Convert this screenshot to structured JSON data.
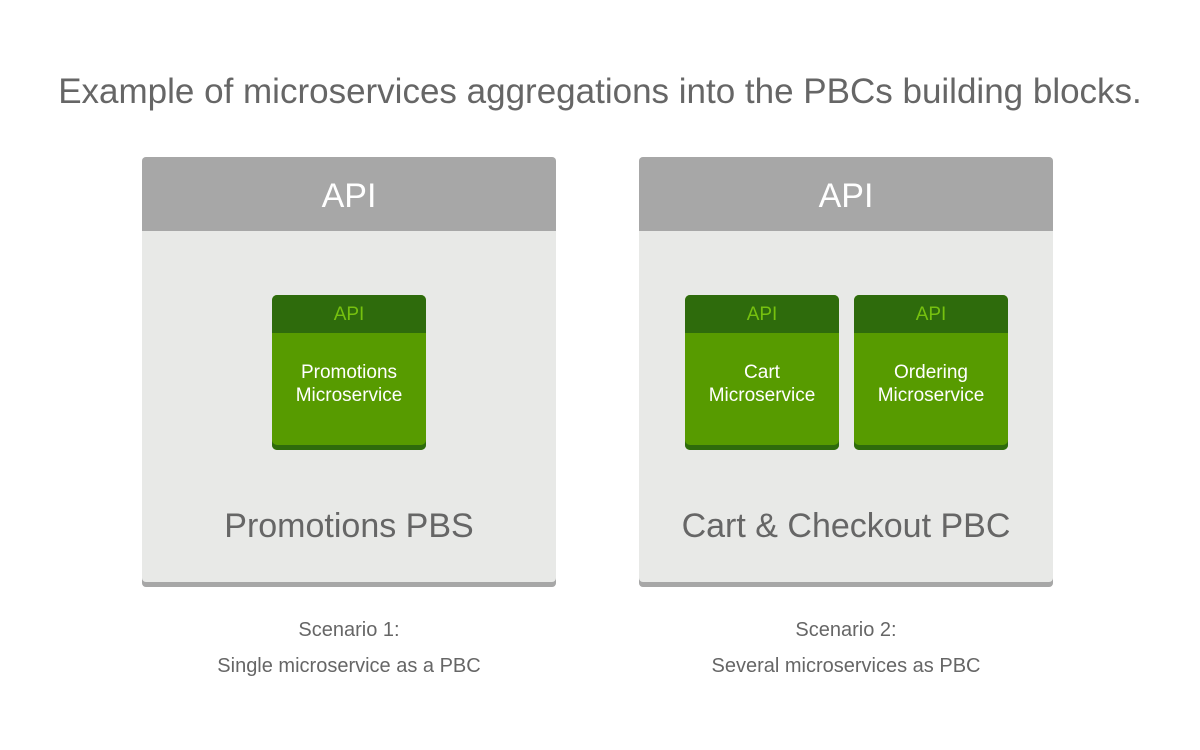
{
  "title": "Example of microservices aggregations into the PBCs building blocks.",
  "scenarios": [
    {
      "api_label": "API",
      "name": "Promotions PBS",
      "microservices": [
        {
          "api_label": "API",
          "line1": "Promotions",
          "line2": "Microservice"
        }
      ],
      "caption_line1": "Scenario 1:",
      "caption_line2": "Single microservice as a PBC"
    },
    {
      "api_label": "API",
      "name": "Cart & Checkout PBC",
      "microservices": [
        {
          "api_label": "API",
          "line1": "Cart",
          "line2": "Microservice"
        },
        {
          "api_label": "API",
          "line1": "Ordering",
          "line2": "Microservice"
        }
      ],
      "caption_line1": "Scenario 2:",
      "caption_line2": "Several microservices as PBC"
    }
  ],
  "colors": {
    "card_bg": "#e8e9e7",
    "card_header": "#a7a7a7",
    "ms_body": "#579b00",
    "ms_header": "#2e6b0c",
    "ms_api_text": "#76c10f"
  }
}
